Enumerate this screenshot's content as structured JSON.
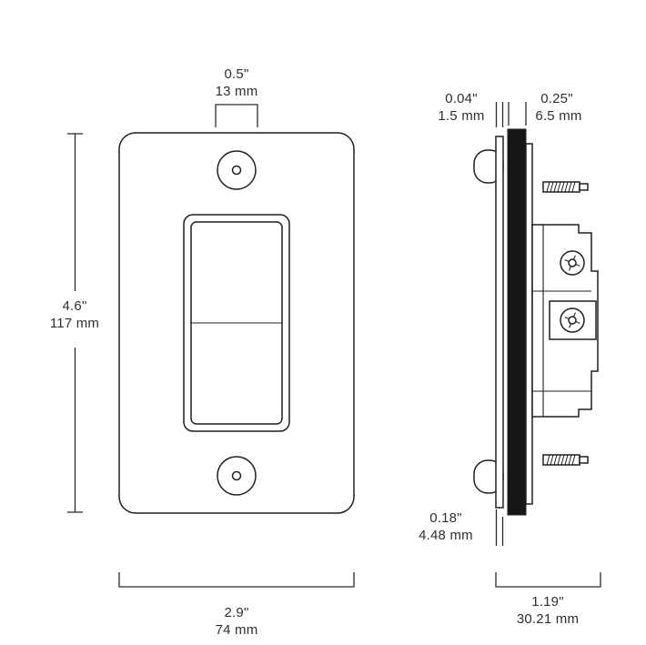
{
  "diagram": {
    "front_view": {
      "top_width": {
        "in": "0.5\"",
        "mm": "13 mm"
      },
      "height": {
        "in": "4.6\"",
        "mm": "117 mm"
      },
      "width": {
        "in": "2.9\"",
        "mm": "74 mm"
      }
    },
    "side_view": {
      "gap": {
        "in": "0.04\"",
        "mm": "1.5 mm"
      },
      "plate_thickness": {
        "in": "0.25\"",
        "mm": "6.5 mm"
      },
      "protrusion": {
        "in": "0.18\"",
        "mm": "4.48 mm"
      },
      "depth": {
        "in": "1.19\"",
        "mm": "30.21 mm"
      }
    },
    "colors": {
      "line": "#1f1f1f",
      "plate_side_fill": "#161616",
      "text": "#2f2f2f",
      "background": "#ffffff"
    }
  }
}
